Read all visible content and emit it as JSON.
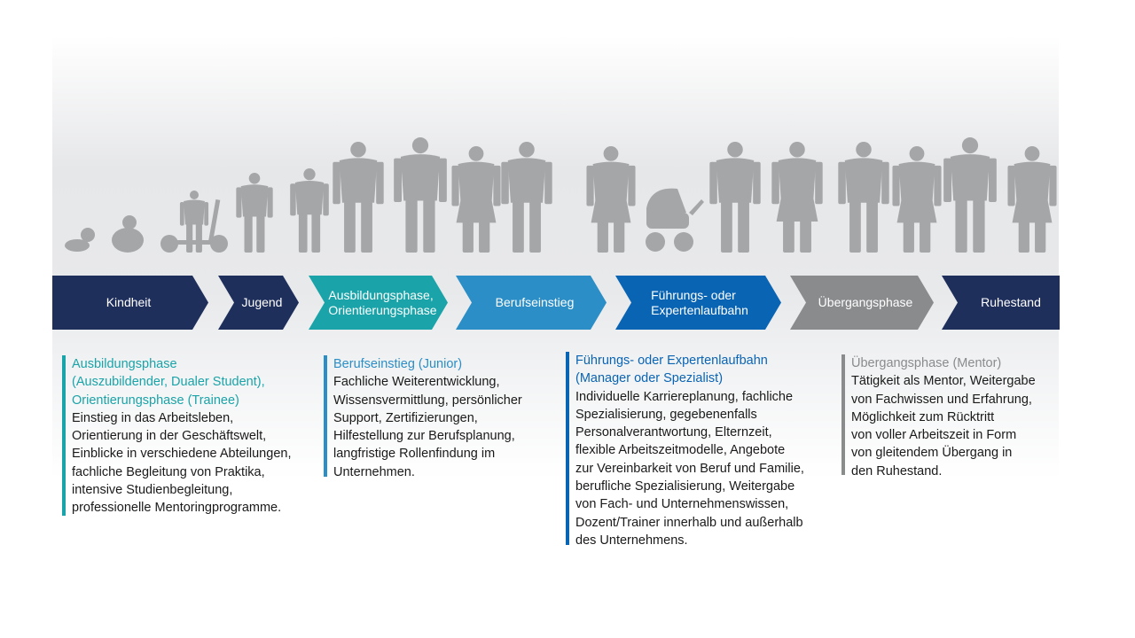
{
  "colors": {
    "navy": "#1f2f5c",
    "teal": "#1aa3a8",
    "lightblue": "#2b8ec6",
    "blue": "#0a64b4",
    "gray": "#8a8b8d",
    "silhouette": "#a5a6a8"
  },
  "phases": [
    {
      "label": "Kindheit",
      "color": "#1f2f5c"
    },
    {
      "label": "Jugend",
      "color": "#1f2f5c"
    },
    {
      "label": "Ausbildungsphase,\nOrientierungsphase",
      "color": "#1aa3a8"
    },
    {
      "label": "Berufseinstieg",
      "color": "#2b8ec6"
    },
    {
      "label": "Führungs- oder\nExpertenlaufbahn",
      "color": "#0a64b4"
    },
    {
      "label": "Übergangsphase",
      "color": "#8a8b8d"
    },
    {
      "label": "Ruhestand",
      "color": "#1f2f5c"
    }
  ],
  "columns": [
    {
      "heading": "Ausbildungsphase\n(Auszubildender, Dualer Student),\nOrientierungsphase (Trainee)",
      "body": "Einstieg in das Arbeitsleben,\nOrientierung in der Geschäftswelt,\nEinblicke in verschiedene Abteilungen,\nfachliche Begleitung von Praktika,\nintensive Studienbegleitung,\nprofessionelle Mentoringprogramme.",
      "color": "#1aa3a8"
    },
    {
      "heading": "Berufseinstieg (Junior)",
      "body": "Fachliche Weiterentwicklung,\nWissensvermittlung, persönlicher\nSupport, Zertifizierungen,\nHilfestellung zur Berufsplanung,\nlangfristige Rollenfindung im\nUnternehmen.",
      "color": "#2b8ec6"
    },
    {
      "heading": "Führungs- oder Expertenlaufbahn\n(Manager oder Spezialist)",
      "body": "Individuelle Karriereplanung, fachliche\nSpezialisierung, gegebenenfalls\nPersonalverantwortung, Elternzeit,\nflexible Arbeitszeitmodelle, Angebote\nzur Vereinbarkeit von Beruf und Familie,\nberufliche Spezialisierung, Weitergabe\nvon Fach- und Unternehmenswissen,\nDozent/Trainer innerhalb und außerhalb\ndes Unternehmens.",
      "color": "#0a64b4"
    },
    {
      "heading": "Übergangsphase (Mentor)",
      "body": "Tätigkeit als Mentor, Weitergabe\nvon Fachwissen und Erfahrung,\nMöglichkeit zum Rücktritt\nvon voller Arbeitszeit in Form\nvon gleitendem Übergang in\nden Ruhestand.",
      "color": "#8a8b8d"
    }
  ]
}
